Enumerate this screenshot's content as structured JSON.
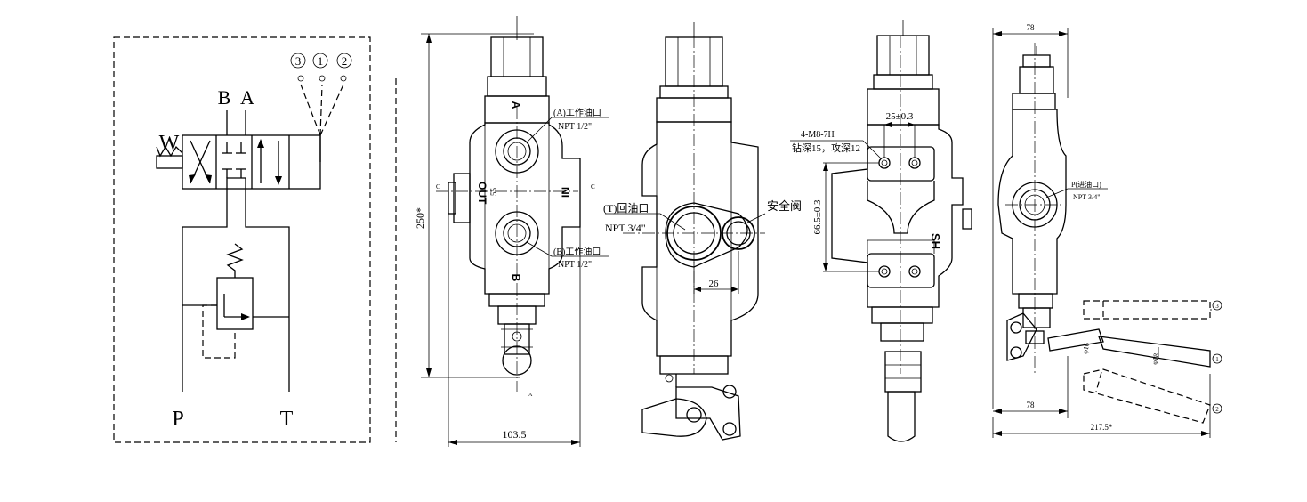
{
  "schematic": {
    "label_b": "B",
    "label_a": "A",
    "label_w": "W",
    "label_p": "P",
    "label_t": "T",
    "positions": [
      "3",
      "1",
      "2"
    ]
  },
  "front_view": {
    "port_a": "A",
    "port_b": "B",
    "port_out": "OUT",
    "port_in": "IN",
    "callout_a_title": "(A)工作油口",
    "callout_a_thread": "NPT 1/2\"",
    "callout_b_title": "(B)工作油口",
    "callout_b_thread": "NPT 1/2\"",
    "dim_height": "250*",
    "dim_width": "103.5",
    "dim_ports": "55",
    "section_c": "C",
    "section_a": "A"
  },
  "back_view": {
    "callout_t_title": "(T)回油口",
    "callout_t_thread": "NPT 3/4\"",
    "relief_label": "安全阀",
    "dim_offset": "26"
  },
  "side_view": {
    "hole_spec": "4-M8-7H",
    "hole_depth": "钻深15，攻深12",
    "dim_horizontal": "25±0.3",
    "dim_vertical": "66.5±0.3",
    "body_mark": "SH"
  },
  "handle_view": {
    "callout_p_title": "P(进油口)",
    "callout_p_thread": "NPT 3/4\"",
    "dim_top": "78",
    "dim_bottom": "78",
    "dim_total": "217.5*",
    "dia_1": "φ16",
    "dia_2": "φ18",
    "positions": [
      "3",
      "1",
      "2"
    ]
  }
}
